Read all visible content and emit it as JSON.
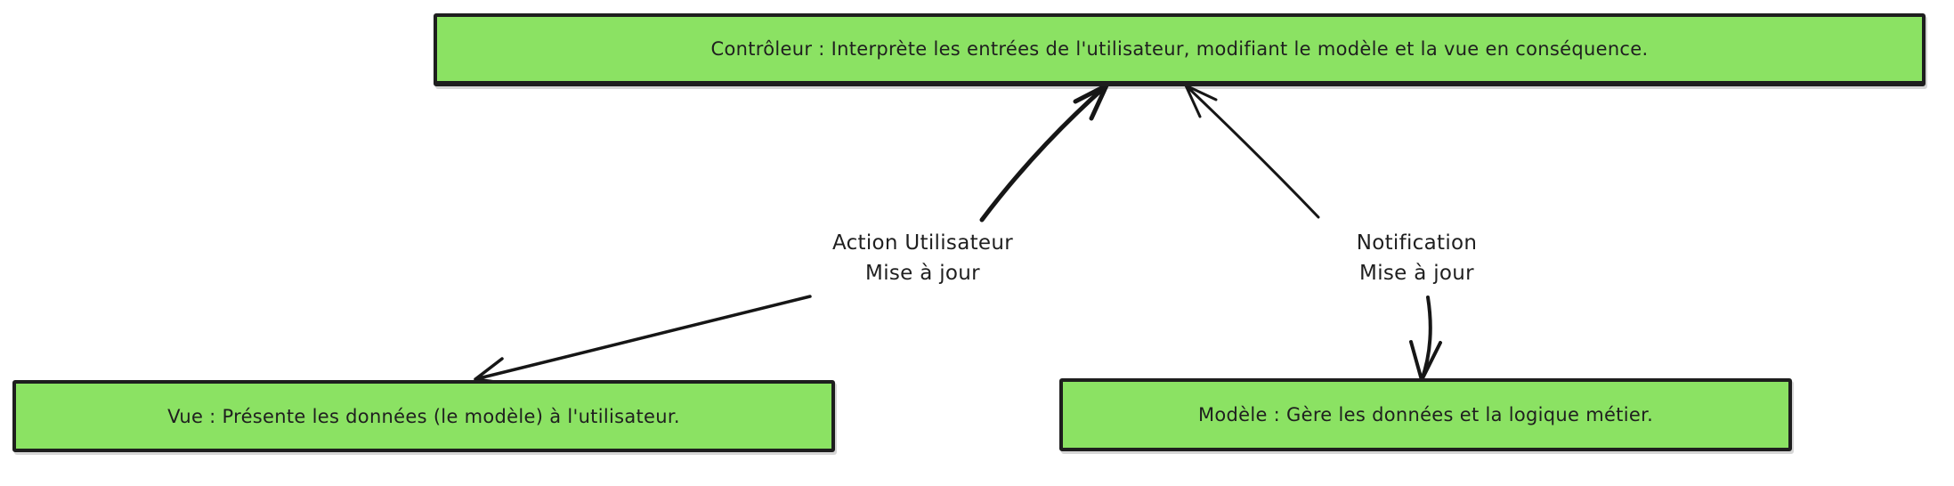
{
  "diagram": {
    "nodes": {
      "controller": {
        "label": "Contrôleur : Interprète les entrées de l'utilisateur, modifiant le modèle et la vue en conséquence."
      },
      "view": {
        "label": "Vue : Présente les données (le modèle) à l'utilisateur."
      },
      "model": {
        "label": "Modèle : Gère les données et la logique métier."
      }
    },
    "edge_labels": {
      "user_action": {
        "line1": "Action Utilisateur",
        "line2": "Mise à jour"
      },
      "notification": {
        "line1": "Notification",
        "line2": "Mise à jour"
      }
    },
    "colors": {
      "node_fill": "#8be263",
      "node_border": "#1e1e1e",
      "arrow": "#161616",
      "text": "#1f1f1f",
      "background": "#ffffff"
    }
  }
}
